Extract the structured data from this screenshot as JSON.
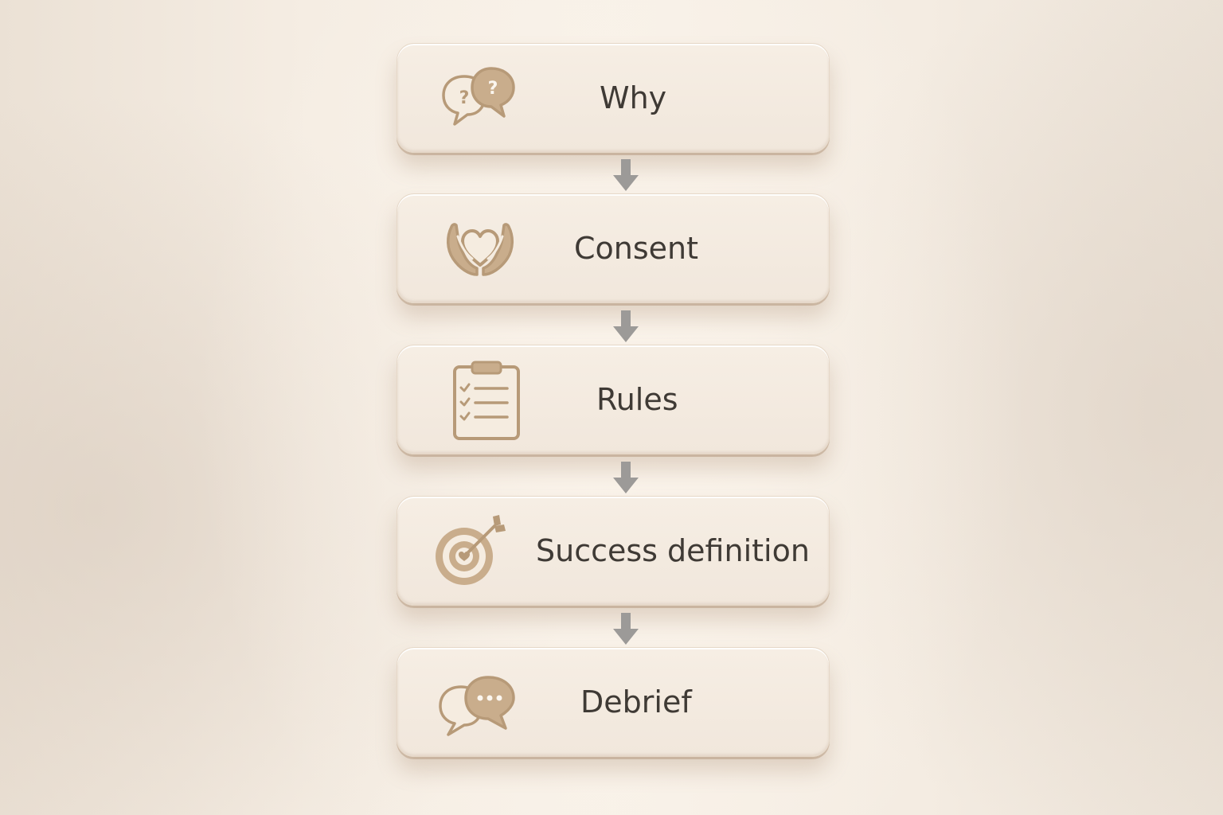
{
  "steps": [
    {
      "label": "Why",
      "icon": "question-bubbles-icon"
    },
    {
      "label": "Consent",
      "icon": "heart-hands-icon"
    },
    {
      "label": "Rules",
      "icon": "checklist-clipboard-icon"
    },
    {
      "label": "Success definition",
      "icon": "target-arrow-icon"
    },
    {
      "label": "Debrief",
      "icon": "chat-bubbles-icon"
    }
  ],
  "connectors": [
    "arrow-down-icon",
    "arrow-down-icon",
    "arrow-down-icon",
    "arrow-down-icon"
  ],
  "colors": {
    "accent": "#b79a78",
    "accent_dark": "#a88a68",
    "card": "#f3eadf",
    "text": "#3f3a35",
    "arrow": "#9c9a98"
  }
}
